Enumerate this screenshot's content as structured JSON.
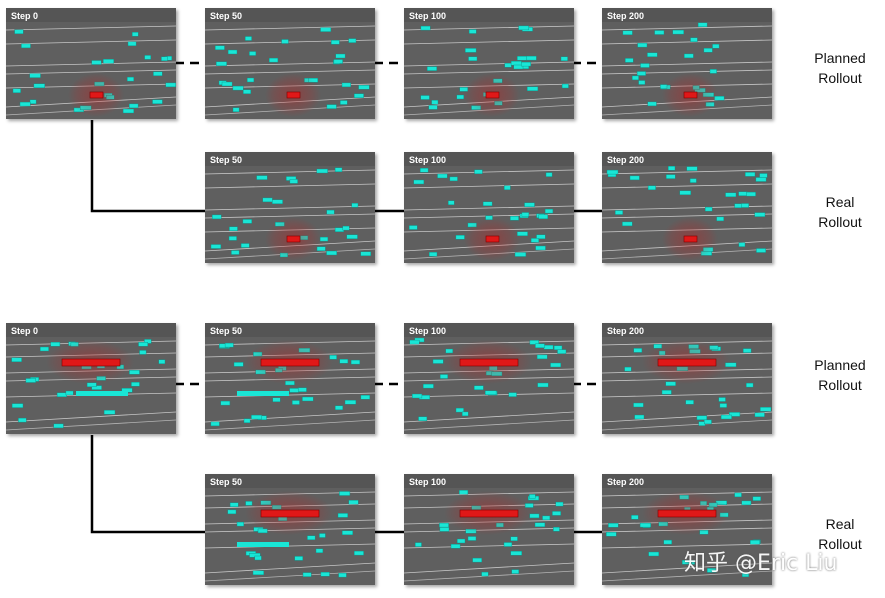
{
  "panel_labels": {
    "step0": "Step 0",
    "step50": "Step 50",
    "step100": "Step 100",
    "step200": "Step 200"
  },
  "row_labels": {
    "planned": [
      "Planned",
      "Rollout"
    ],
    "real": [
      "Real",
      "Rollout"
    ]
  },
  "watermark": "知乎 @Eric Liu",
  "colors": {
    "panel_bg": "#5e5e5e",
    "lane_line": "#d9d9d9",
    "other_vehicle": "#19e6d6",
    "ego_vehicle": "#e01818",
    "connector": "#000000"
  },
  "icons": {
    "ego_vehicle": "red-car-icon",
    "other_vehicle": "cyan-car-icon"
  }
}
